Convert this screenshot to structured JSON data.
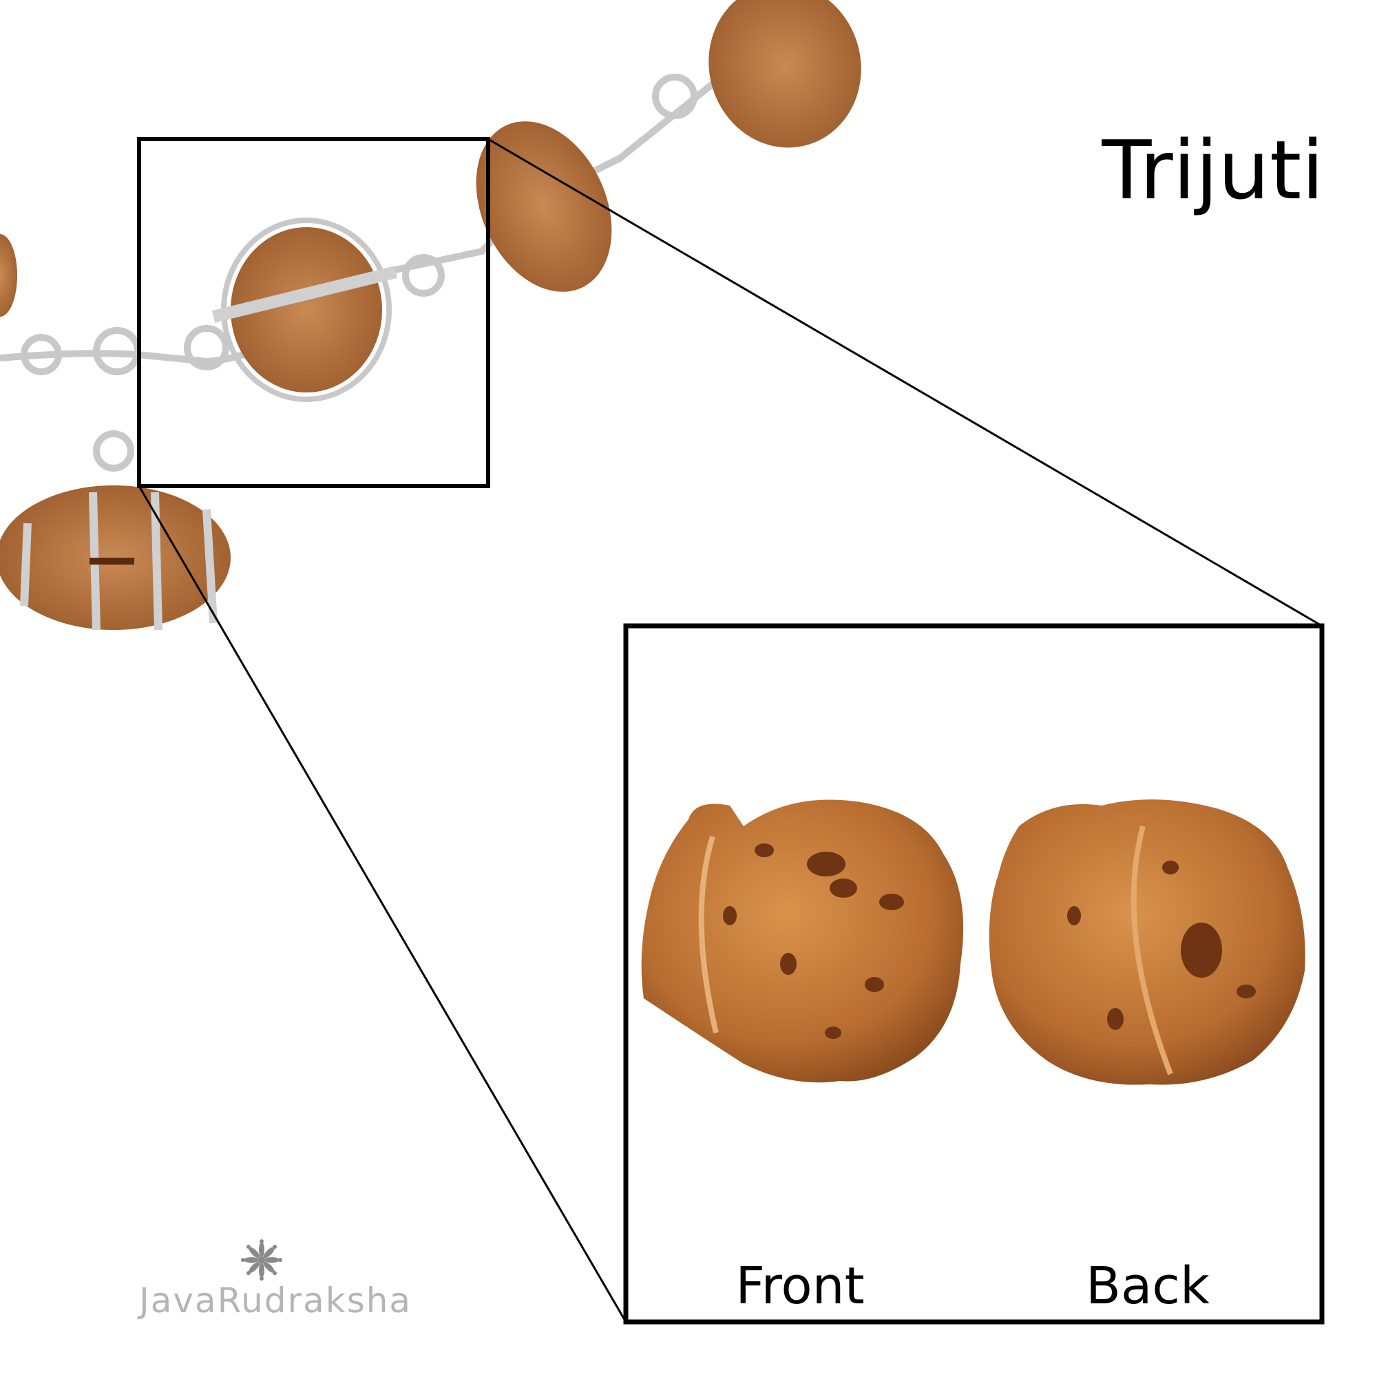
{
  "title": "Trijuti",
  "labels": {
    "front": "Front",
    "back": "Back"
  },
  "logo": {
    "text": "JavaRudraksha"
  },
  "colors": {
    "bead": "#c27a3a",
    "bead_dark": "#7a3d18",
    "silver": "#c8c8c8",
    "frame": "#000000",
    "logo": "#b5b5b5"
  }
}
